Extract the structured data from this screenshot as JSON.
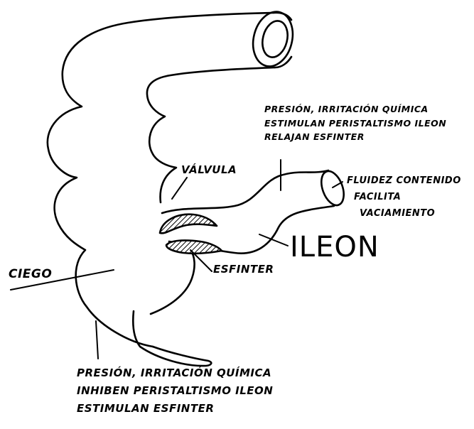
{
  "labels": {
    "valvula": "VÁLVULA",
    "esfinter": "ESFINTER",
    "ileon": "ILEON",
    "ciego": "CIEGO"
  },
  "top_note": {
    "line1": "PRESIÓN, IRRITACIÓN QUÍMICA",
    "line2": "ESTIMULAN PERISTALTISMO ILEON",
    "line3": "RELAJAN ESFINTER"
  },
  "right_note": {
    "line1": "FLUIDEZ CONTENIDO",
    "line2": "FACILITA",
    "line3": "VACIAMIENTO"
  },
  "bottom_note": {
    "line1": "PRESIÓN, IRRITACIÓN QUÍMICA",
    "line2": "INHIBEN PERISTALTISMO ILEON",
    "line3": "ESTIMULAN ESFINTER"
  },
  "colors": {
    "ink": "#000000",
    "background": "#ffffff"
  }
}
